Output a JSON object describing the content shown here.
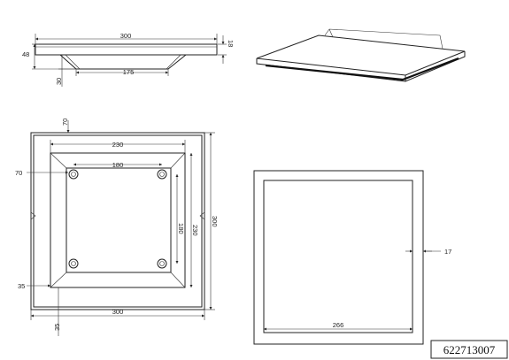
{
  "views": {
    "side": {
      "width_label": "300",
      "height_label": "48",
      "thickness_label": "18",
      "base_height_label": "30",
      "base_width_label": "175"
    },
    "plan": {
      "top_offset_label": "70",
      "left_offset_label": "70",
      "inner_width_label": "230",
      "hole_spacing_label": "180",
      "vert_hole_label": "180",
      "vert_inner_label": "230",
      "outer_height_label": "300",
      "left_margin_label": "35",
      "bottom_width_label": "300",
      "bottom_margin_label": "35"
    },
    "front": {
      "frame_label": "17",
      "inner_width_label": "266"
    }
  },
  "part_number": "622713007"
}
